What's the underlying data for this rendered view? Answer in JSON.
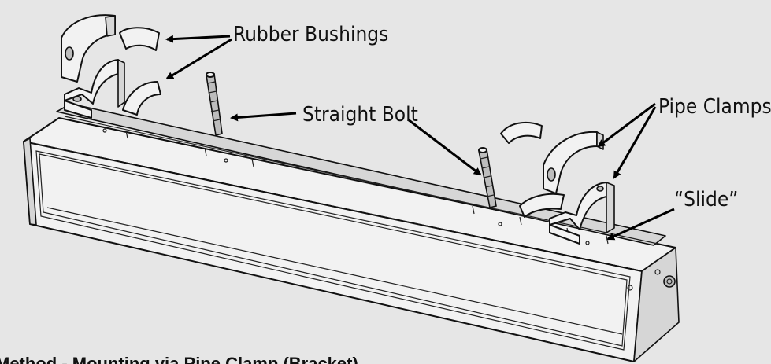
{
  "labels": {
    "rubber_bushings": "Rubber Bushings",
    "straight_bolt": "Straight Bolt",
    "pipe_clamps": "Pipe Clamps",
    "slide": "“Slide”"
  },
  "caption": "Method - Mounting via Pipe Clamp (Bracket)",
  "colors": {
    "background": "#e6e6e6",
    "line": "#111111"
  }
}
